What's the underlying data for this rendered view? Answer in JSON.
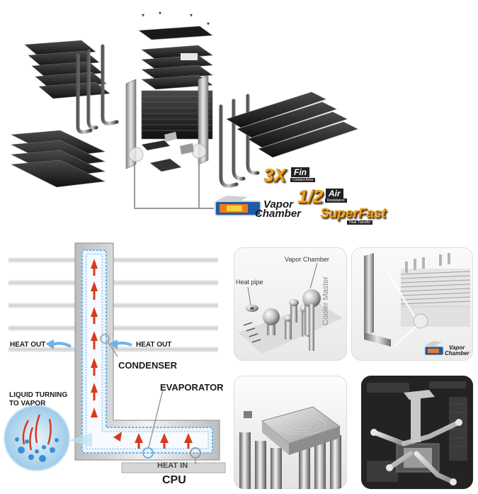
{
  "exploded_view": {
    "badges": {
      "fin_mult": "3X",
      "fin_word": "Fin",
      "fin_sub": "Contact Area",
      "air_mult": "1/2",
      "air_word": "Air",
      "air_sub": "Resistance",
      "superfast": "SuperFast",
      "superfast_sub": "Heat Transfer",
      "vapor_line1": "Vapor",
      "vapor_line2": "Chamber"
    }
  },
  "diagram": {
    "heat_out_left": "HEAT OUT",
    "heat_out_right": "HEAT OUT",
    "condenser": "CONDENSER",
    "evaporator": "EVAPORATOR",
    "liquid_line1": "LIQUID TURNING",
    "liquid_line2": "TO VAPOR",
    "heat_in": "HEAT IN",
    "cpu": "CPU"
  },
  "photo_panels": {
    "vapor_chamber_label": "Vapor Chamber",
    "heat_pipe_label": "Heat pipe",
    "brand": "Cooler Master",
    "logo_line1": "Vapor",
    "logo_line2": "Chamber"
  },
  "colors": {
    "accent_orange": "#f2a31c",
    "arrow_red": "#d93a1e",
    "vapor_blue": "#6fb2e6"
  }
}
